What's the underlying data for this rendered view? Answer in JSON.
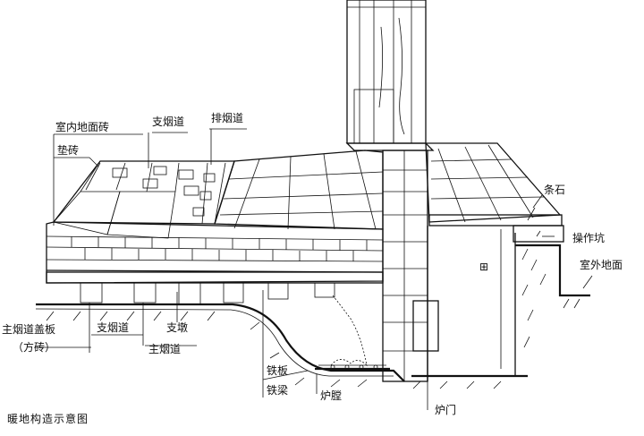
{
  "labels": {
    "indoor_floor_tile": "室内地面砖",
    "branch_flue": "支烟道",
    "exhaust_flue": "排烟道",
    "pad_brick": "垫砖",
    "strip_stone": "条石",
    "operating_pit": "操作坑",
    "outdoor_ground": "室外地面",
    "main_flue_cover": "主烟道盖板",
    "square_brick": "（方砖）",
    "branch_flue_2": "支烟道",
    "support_pier": "支墩",
    "main_flue": "主烟道",
    "iron_plate": "铁板",
    "iron_beam": "铁梁",
    "furnace_chamber": "炉膛",
    "furnace_door": "炉门",
    "pit_mark": "⊞"
  },
  "caption": "暖地构造示意图"
}
